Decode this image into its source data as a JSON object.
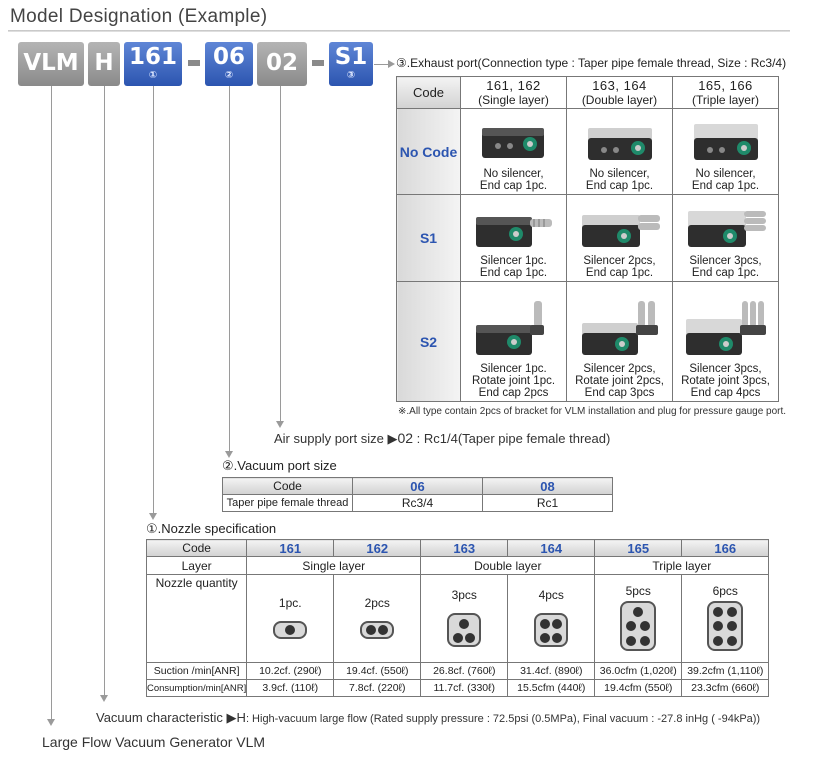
{
  "title": "Model Designation (Example)",
  "codes": {
    "vlm": "VLM",
    "h": "H",
    "c1": "161",
    "c1_circ": "①",
    "c2": "06",
    "c2_circ": "②",
    "c3": "02",
    "c4": "S1",
    "c4_circ": "③"
  },
  "exhaust": {
    "title": "③.Exhaust port",
    "title_detail": "(Connection type : Taper pipe female thread, Size : Rc3/4)",
    "header_code": "Code",
    "columns": [
      {
        "top": "161, 162",
        "bottom": "(Single layer)"
      },
      {
        "top": "163, 164",
        "bottom": "(Double layer)"
      },
      {
        "top": "165, 166",
        "bottom": "(Triple layer)"
      }
    ],
    "rows": [
      {
        "code": "No Code",
        "cells": [
          [
            "No silencer,",
            "End cap 1pc."
          ],
          [
            "No silencer,",
            "End cap 1pc."
          ],
          [
            "No silencer,",
            "End cap 1pc."
          ]
        ]
      },
      {
        "code": "S1",
        "cells": [
          [
            "Silencer 1pc.",
            "End cap 1pc."
          ],
          [
            "Silencer 2pcs,",
            "End cap 1pc."
          ],
          [
            "Silencer 3pcs,",
            "End cap 1pc."
          ]
        ]
      },
      {
        "code": "S2",
        "cells": [
          [
            "Silencer 1pc.",
            "Rotate joint 1pc.",
            "End cap 2pcs"
          ],
          [
            "Silencer 2pcs,",
            "Rotate joint 2pcs,",
            "End cap 3pcs"
          ],
          [
            "Silencer 3pcs,",
            "Rotate joint 3pcs,",
            "End cap 4pcs"
          ]
        ]
      }
    ],
    "note": "※.All type contain 2pcs of bracket for VLM installation and plug for pressure gauge port."
  },
  "air_supply": {
    "label": "Air supply port size",
    "arrow": "▶",
    "code": "02",
    "value": " : Rc1/4(Taper pipe female thread)"
  },
  "vacuum_port": {
    "title": "②.Vacuum port size",
    "header": [
      "Code",
      "06",
      "08"
    ],
    "row": [
      "Taper pipe female thread",
      "Rc3/4",
      "Rc1"
    ]
  },
  "nozzle": {
    "title": "①.Nozzle specification",
    "codes_label": "Code",
    "codes": [
      "161",
      "162",
      "163",
      "164",
      "165",
      "166"
    ],
    "layer_label": "Layer",
    "layers": [
      "Single layer",
      "Double layer",
      "Triple layer"
    ],
    "qty_label": "Nozzle quantity",
    "quantities": [
      "1pc.",
      "2pcs",
      "3pcs",
      "4pcs",
      "5pcs",
      "6pcs"
    ],
    "suction_label": "Suction /min[ANR]",
    "suction": [
      "10.2cf. (290ℓ)",
      "19.4cf. (550ℓ)",
      "26.8cf. (760ℓ)",
      "31.4cf. (890ℓ)",
      "36.0cfm (1,020ℓ)",
      "39.2cfm (1,110ℓ)"
    ],
    "consumption_label": "Consumption/min[ANR]",
    "consumption": [
      "3.9cf. (110ℓ)",
      "7.8cf. (220ℓ)",
      "11.7cf. (330ℓ)",
      "15.5cfm (440ℓ)",
      "19.4cfm (550ℓ)",
      "23.3cfm (660ℓ)"
    ]
  },
  "vacuum_characteristic": {
    "label": "Vacuum characteristic",
    "arrow": "▶",
    "code": "H",
    "value": ": High-vacuum large flow (Rated supply pressure : 72.5psi (0.5MPa), Final vacuum : -27.8 inHg ( -94kPa))"
  },
  "product": "Large Flow Vacuum Generator VLM",
  "colors": {
    "accent_blue": "#2c55b0",
    "code_gray": "#8a8a8a"
  }
}
